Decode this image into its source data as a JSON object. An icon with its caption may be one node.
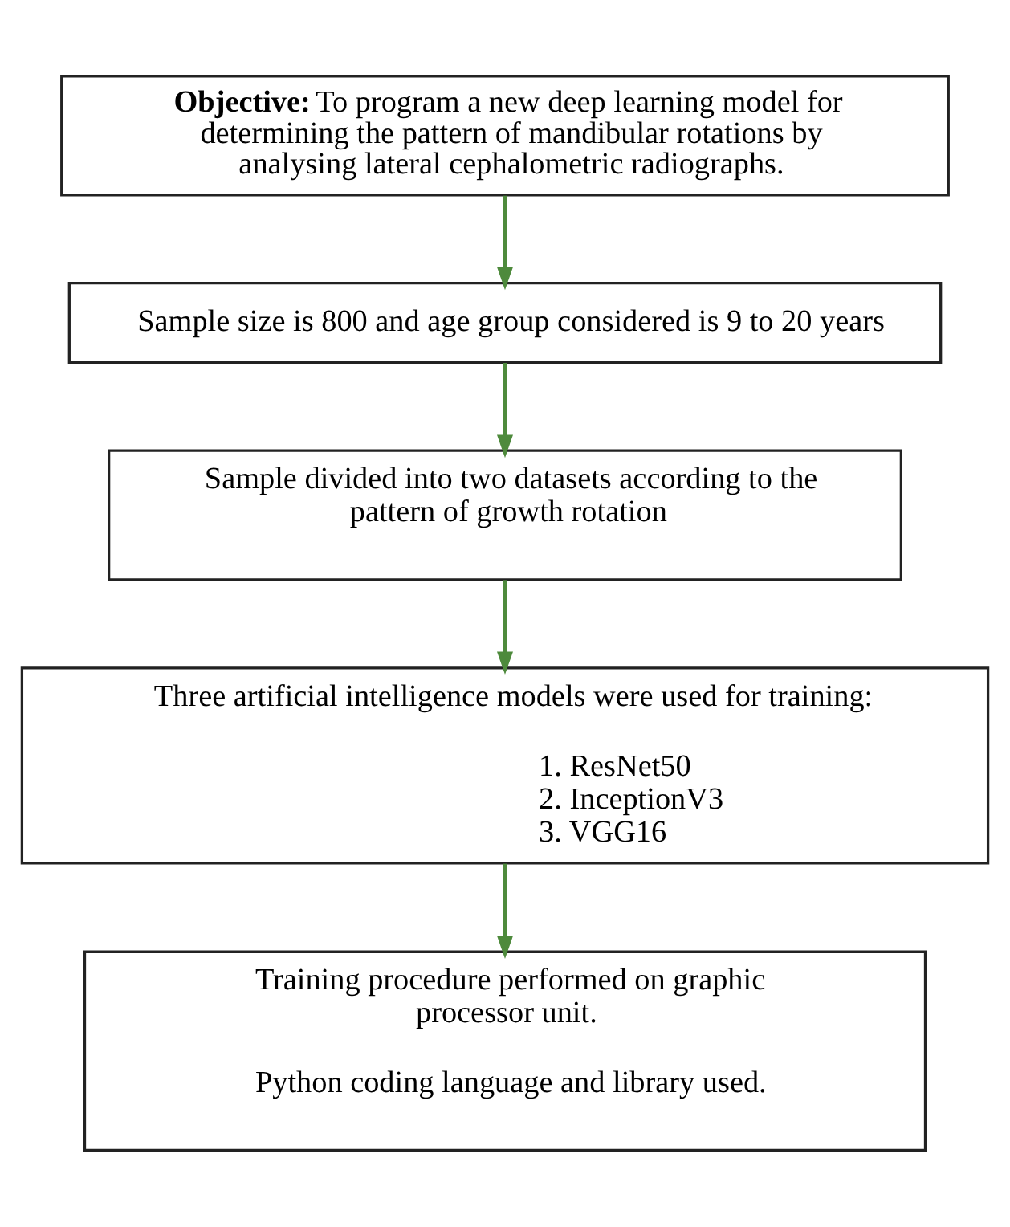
{
  "diagram": {
    "nodes": [
      {
        "text": [
          "**Objective:** To program a new deep learning model for determining the pattern of mandibular rotations by analysing lateral cephalometric radiographs."
        ]
      },
      {
        "text": [
          "Sample size is 800 and age group considered is 9 to 20 years"
        ]
      },
      {
        "text": [
          "Sample divided into two datasets according to the pattern of growth rotation"
        ]
      },
      {
        "text": [
          "Three artificial intelligence models were used for training:",
          "1. ResNet50",
          "2. InceptionV3",
          "3. VGG16"
        ]
      },
      {
        "text": [
          "Training procedure performed on graphic processor unit.",
          "Python coding language and library used."
        ]
      }
    ],
    "edges": [
      {
        "from": 0,
        "to": 1,
        "arrow": "to"
      },
      {
        "from": 1,
        "to": 2,
        "arrow": "to"
      },
      {
        "from": 2,
        "to": 3,
        "arrow": "to"
      },
      {
        "from": 3,
        "to": 4,
        "arrow": "to"
      }
    ]
  }
}
